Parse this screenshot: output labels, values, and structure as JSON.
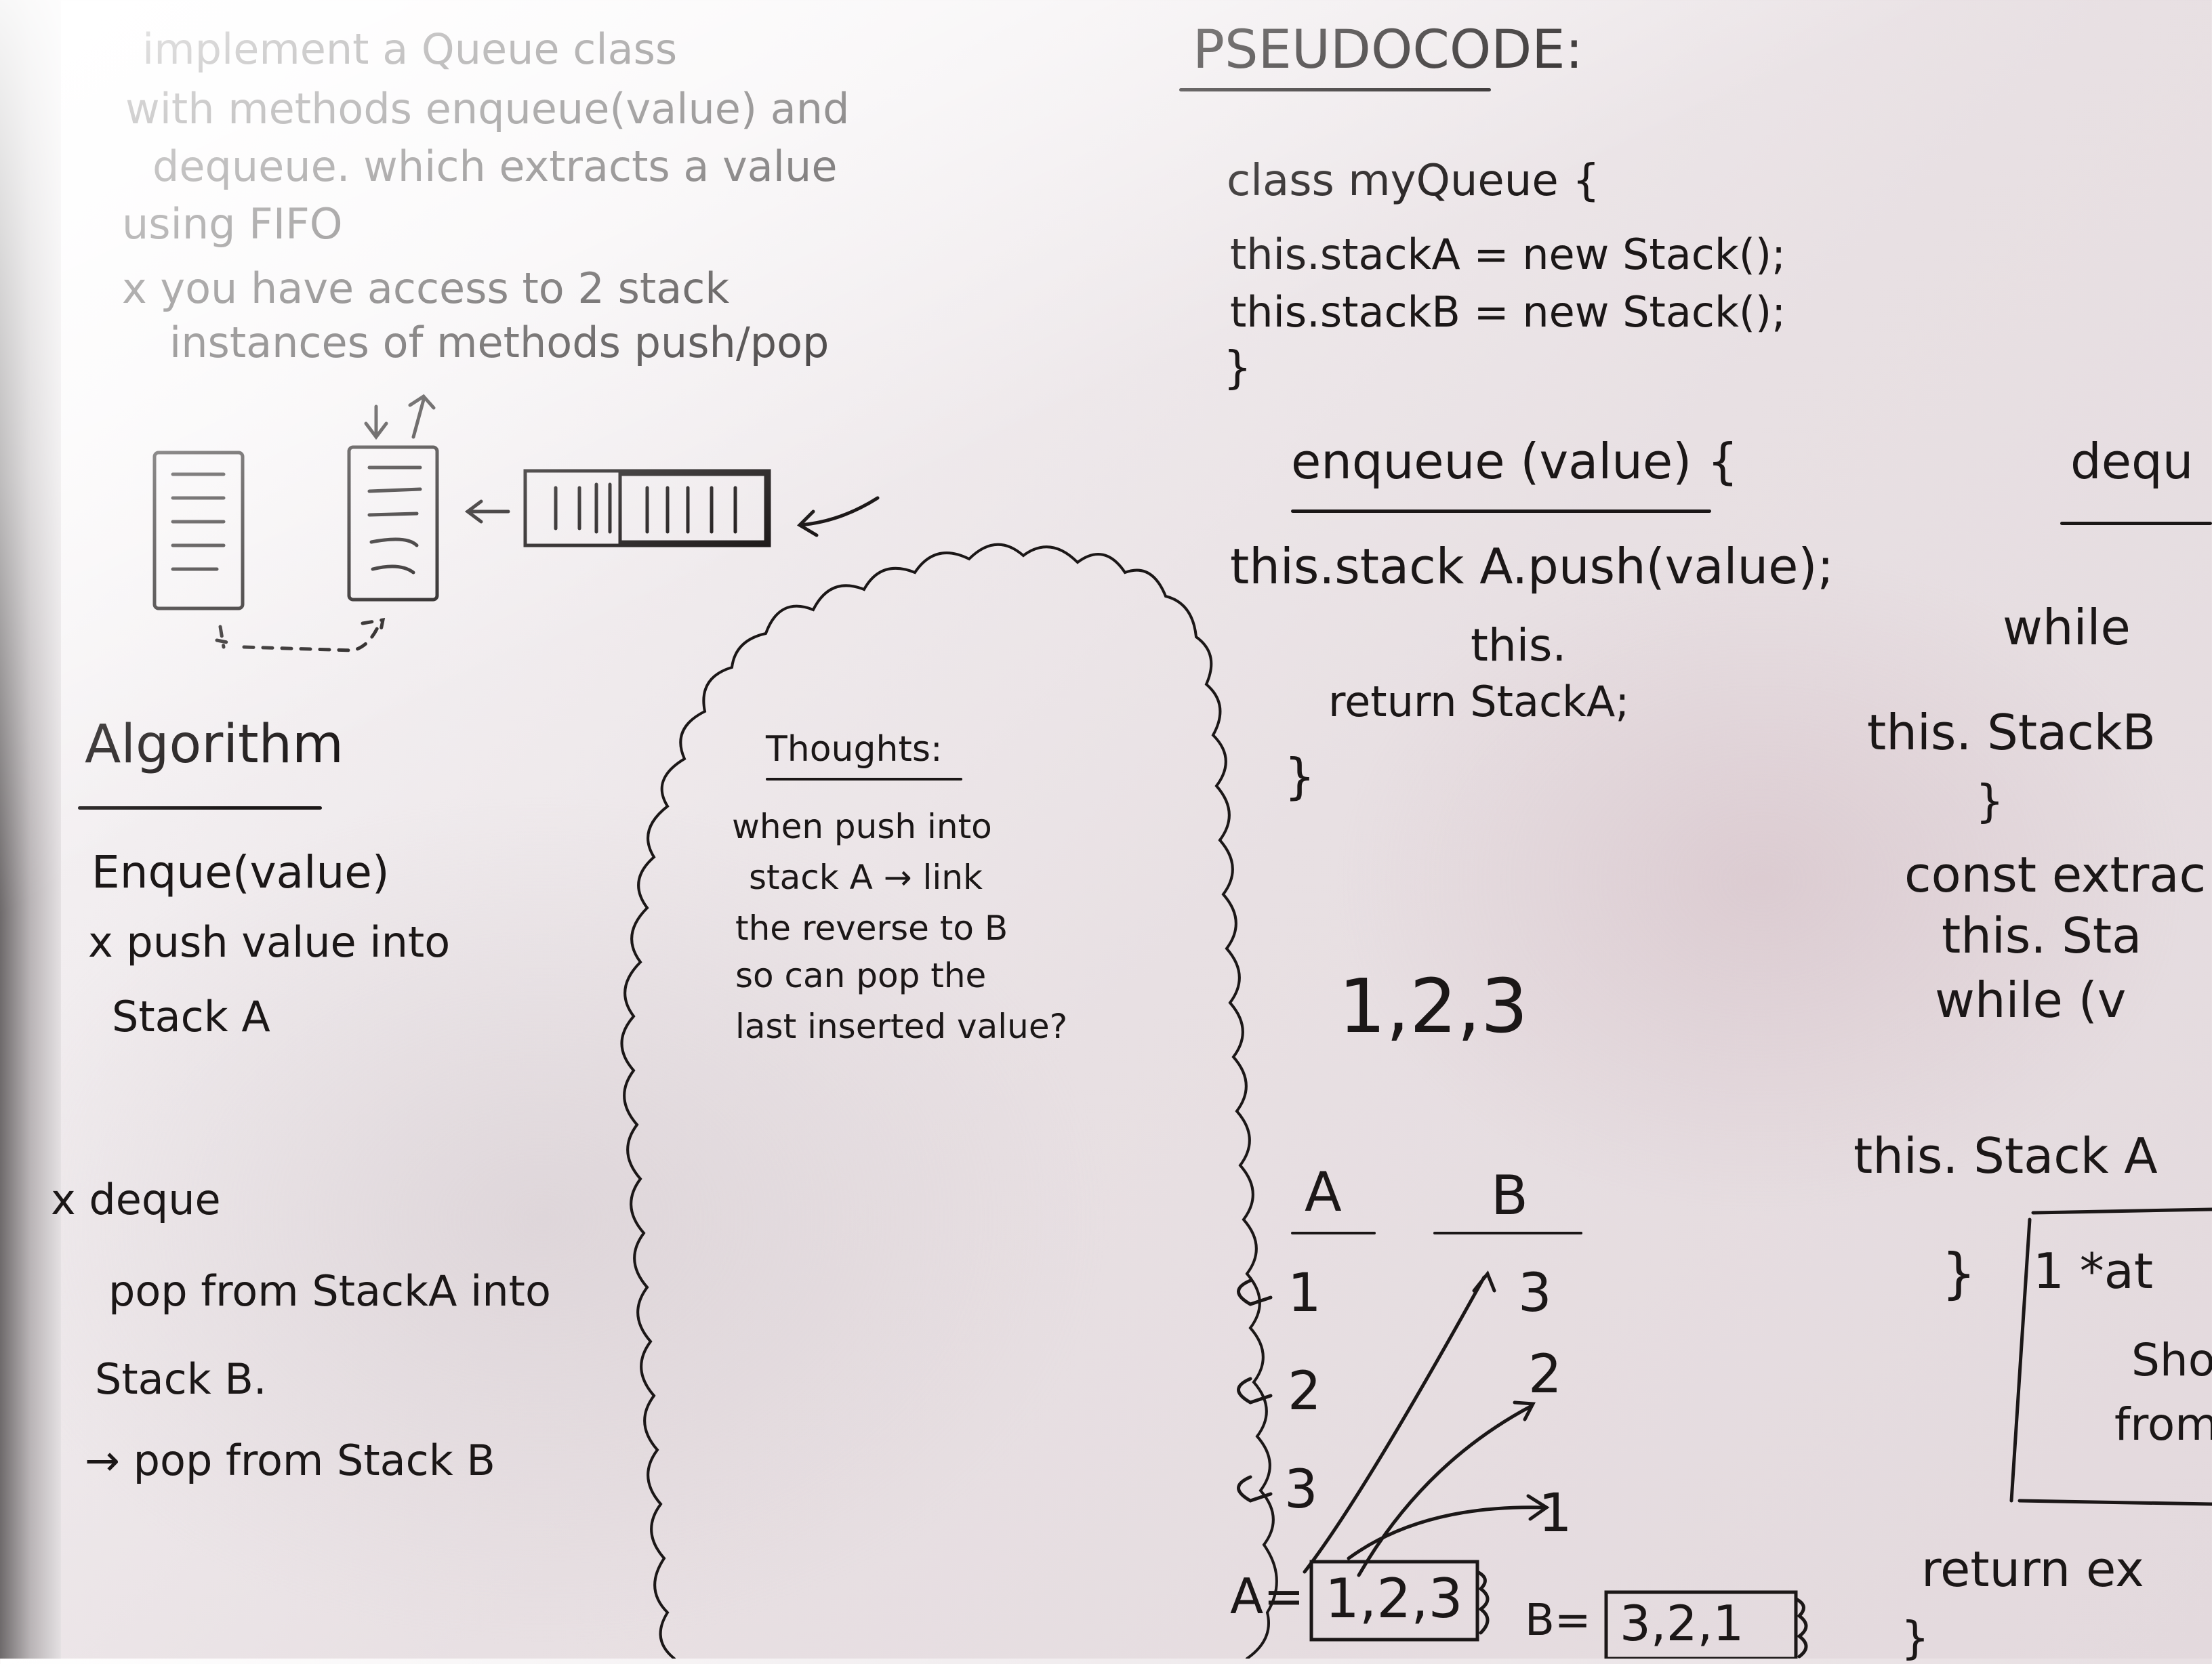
{
  "problem": {
    "line1": "implement a Queue class",
    "line2": "with methods enqueue(value) and",
    "line3": "dequeue. which extracts a value",
    "line4": "using FIFO",
    "line5": "x you have access to 2 stack",
    "line6": "instances of methods push/pop"
  },
  "algorithm": {
    "heading": "Algorithm",
    "enqueue_title": "Enque(value)",
    "enqueue_step1": "x push value into",
    "enqueue_step2": "Stack A",
    "deque_title": "x deque",
    "deque_step1": "pop from StackA into",
    "deque_step2": "Stack B.",
    "deque_step3": "→ pop from Stack B"
  },
  "thoughts": {
    "heading": "Thoughts:",
    "line1": "when push into",
    "line2": "stack A → link",
    "line3": "the reverse to B",
    "line4": "so can pop the",
    "line5": "last inserted value?"
  },
  "pseudocode": {
    "heading": "PSEUDOCODE:",
    "class_line": "class myQueue {",
    "stack_a_line": "this.stackA = new Stack();",
    "stack_b_line": "this.stackB = new Stack();",
    "class_close": "}",
    "enqueue_sig": "enqueue (value) {",
    "enqueue_body": "this.stack A.push(value);",
    "enqueue_this": "this.",
    "enqueue_return": "return StackA;",
    "enqueue_close": "}"
  },
  "example": {
    "sequence": "1,2,3",
    "col_a": "A",
    "col_b": "B",
    "a_items": [
      "1",
      "2",
      "3"
    ],
    "b_items": [
      "3",
      "2",
      "1"
    ],
    "a_result": "A=",
    "a_box": "1,2,3",
    "b_result": "B=",
    "b_box": "3,2,1"
  },
  "dequeue_partial": {
    "heading": "dequ",
    "while1": "while",
    "stack_b": "this. StackB",
    "close1": "}",
    "const_line": "const extrac",
    "this_sta": "this. Sta",
    "while2": "while (v",
    "stack_a": "this. Stack A",
    "close2": "}",
    "note1": "1 *at",
    "note2": "Sho",
    "note3": "from",
    "return_line": "return ex",
    "close3": "}"
  }
}
